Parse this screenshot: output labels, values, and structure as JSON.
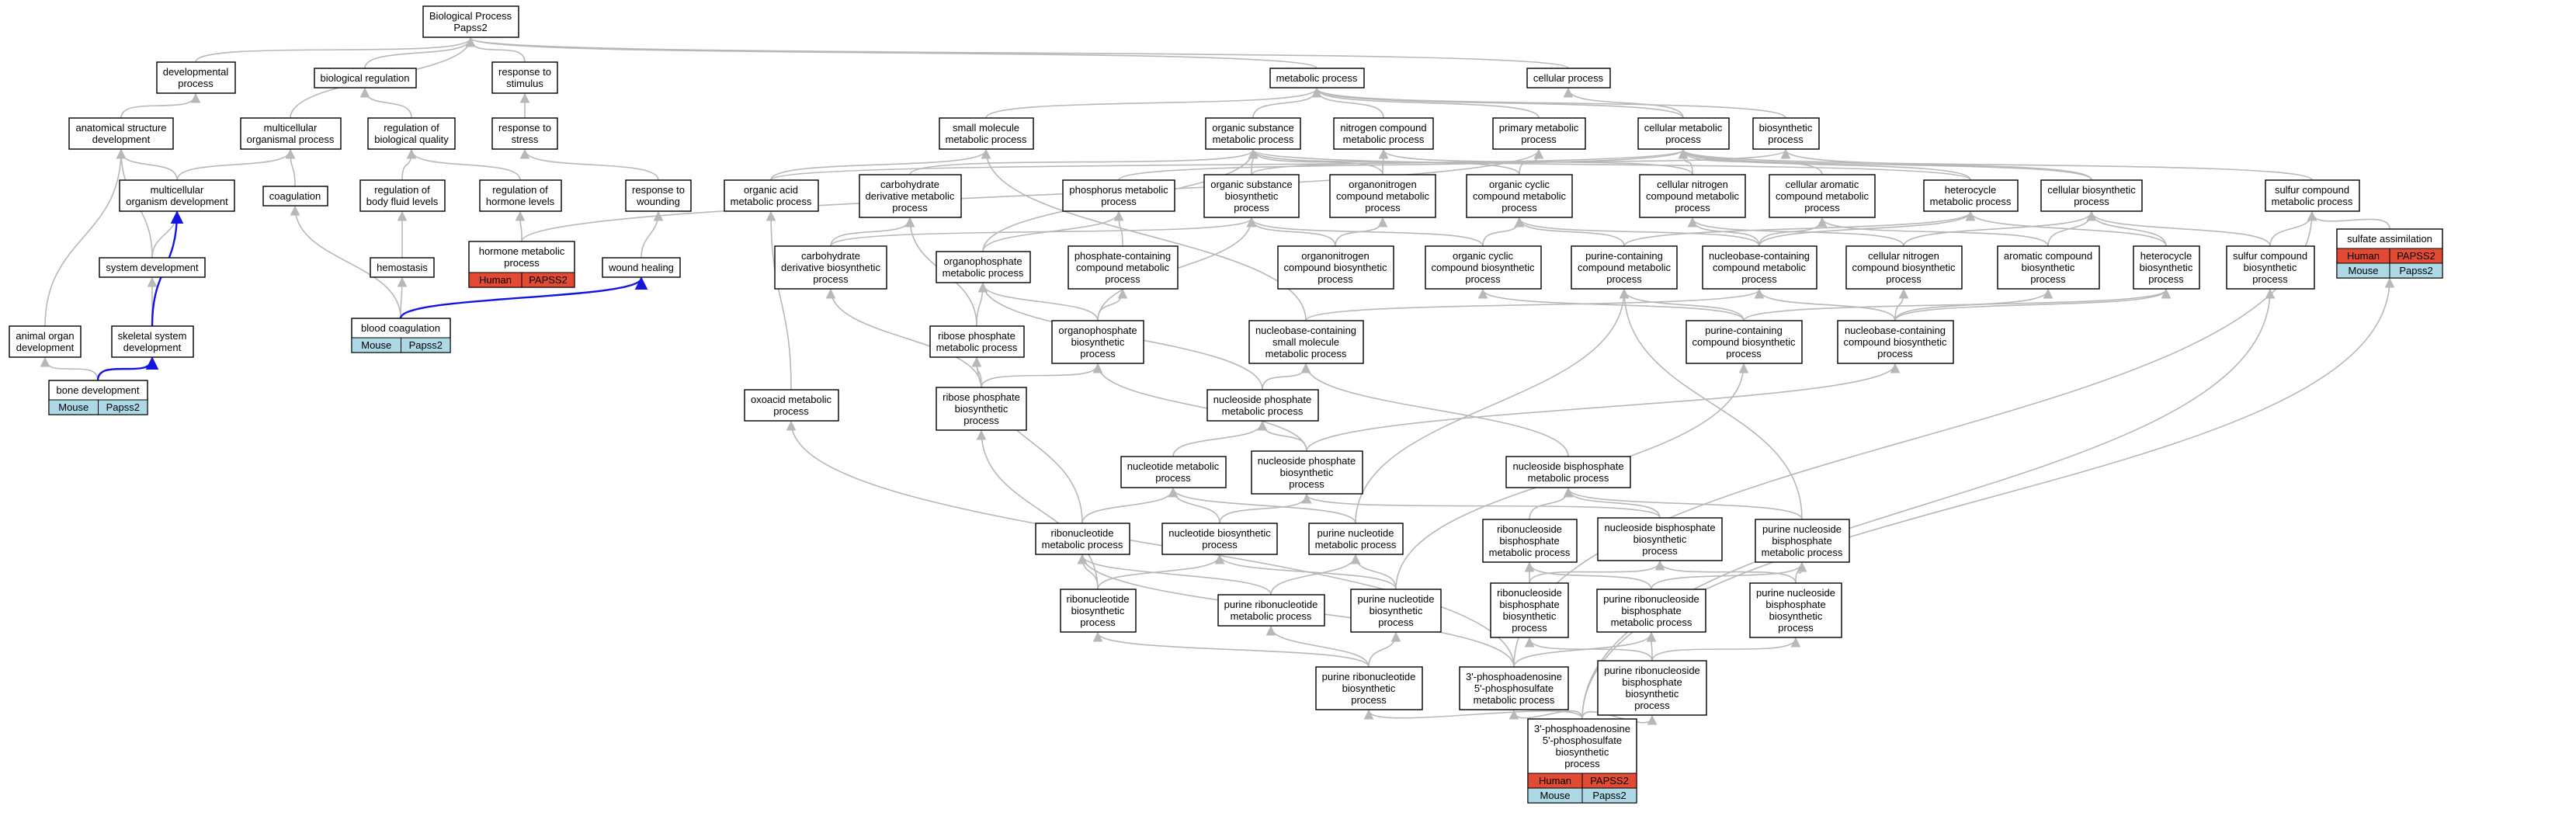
{
  "colors": {
    "node_border": "#000000",
    "edge_default": "#b8b8b8",
    "edge_highlight": "#1414e0",
    "human_fill": "#e34a33",
    "mouse_fill": "#add8e6"
  },
  "nodes": [
    {
      "id": "bp",
      "lines": [
        "Biological Process",
        "Papss2"
      ]
    },
    {
      "id": "devproc",
      "lines": [
        "developmental",
        "process"
      ]
    },
    {
      "id": "bioreg",
      "lines": [
        "biological regulation"
      ]
    },
    {
      "id": "respstim",
      "lines": [
        "response to",
        "stimulus"
      ]
    },
    {
      "id": "metproc",
      "lines": [
        "metabolic process"
      ]
    },
    {
      "id": "cellproc",
      "lines": [
        "cellular process"
      ]
    },
    {
      "id": "anatdev",
      "lines": [
        "anatomical structure",
        "development"
      ]
    },
    {
      "id": "multorg",
      "lines": [
        "multicellular",
        "organismal process"
      ]
    },
    {
      "id": "regbioq",
      "lines": [
        "regulation of",
        "biological quality"
      ]
    },
    {
      "id": "respstress",
      "lines": [
        "response to",
        "stress"
      ]
    },
    {
      "id": "smallmol",
      "lines": [
        "small molecule",
        "metabolic process"
      ]
    },
    {
      "id": "orgsubmet",
      "lines": [
        "organic substance",
        "metabolic process"
      ]
    },
    {
      "id": "nitrocmp",
      "lines": [
        "nitrogen compound",
        "metabolic process"
      ]
    },
    {
      "id": "primmet",
      "lines": [
        "primary metabolic",
        "process"
      ]
    },
    {
      "id": "cellmet",
      "lines": [
        "cellular metabolic",
        "process"
      ]
    },
    {
      "id": "biosyn",
      "lines": [
        "biosynthetic",
        "process"
      ]
    },
    {
      "id": "multdev",
      "lines": [
        "multicellular",
        "organism development"
      ]
    },
    {
      "id": "coag",
      "lines": [
        "coagulation"
      ]
    },
    {
      "id": "regbodyfl",
      "lines": [
        "regulation of",
        "body fluid levels"
      ]
    },
    {
      "id": "reghorm",
      "lines": [
        "regulation of",
        "hormone levels"
      ]
    },
    {
      "id": "respwound",
      "lines": [
        "response to",
        "wounding"
      ]
    },
    {
      "id": "orgacid",
      "lines": [
        "organic acid",
        "metabolic process"
      ]
    },
    {
      "id": "carbderiv",
      "lines": [
        "carbohydrate",
        "derivative metabolic",
        "process"
      ]
    },
    {
      "id": "phosmet",
      "lines": [
        "phosphorus metabolic",
        "process"
      ]
    },
    {
      "id": "orgsubbio",
      "lines": [
        "organic substance",
        "biosynthetic",
        "process"
      ]
    },
    {
      "id": "orgnitmet",
      "lines": [
        "organonitrogen",
        "compound metabolic",
        "process"
      ]
    },
    {
      "id": "orgcycmet",
      "lines": [
        "organic cyclic",
        "compound metabolic",
        "process"
      ]
    },
    {
      "id": "cellnitmet",
      "lines": [
        "cellular nitrogen",
        "compound metabolic",
        "process"
      ]
    },
    {
      "id": "cellaromet",
      "lines": [
        "cellular aromatic",
        "compound metabolic",
        "process"
      ]
    },
    {
      "id": "hetmet",
      "lines": [
        "heterocycle",
        "metabolic process"
      ]
    },
    {
      "id": "cellbio",
      "lines": [
        "cellular biosynthetic",
        "process"
      ]
    },
    {
      "id": "sulfmet",
      "lines": [
        "sulfur compound",
        "metabolic process"
      ]
    },
    {
      "id": "sysdev",
      "lines": [
        "system development"
      ]
    },
    {
      "id": "hemostasis",
      "lines": [
        "hemostasis"
      ]
    },
    {
      "id": "hormmet",
      "lines": [
        "hormone metabolic",
        "process"
      ],
      "tags": [
        {
          "org": "Human",
          "gene": "PAPSS2"
        }
      ]
    },
    {
      "id": "woundheal",
      "lines": [
        "wound healing"
      ]
    },
    {
      "id": "carbderivbio",
      "lines": [
        "carbohydrate",
        "derivative biosynthetic",
        "process"
      ]
    },
    {
      "id": "orgphosmet",
      "lines": [
        "organophosphate",
        "metabolic process"
      ]
    },
    {
      "id": "phoscontmet",
      "lines": [
        "phosphate-containing",
        "compound metabolic",
        "process"
      ]
    },
    {
      "id": "orgnitbio",
      "lines": [
        "organonitrogen",
        "compound biosynthetic",
        "process"
      ]
    },
    {
      "id": "orgcycbio",
      "lines": [
        "organic cyclic",
        "compound biosynthetic",
        "process"
      ]
    },
    {
      "id": "purcontmet",
      "lines": [
        "purine-containing",
        "compound metabolic",
        "process"
      ]
    },
    {
      "id": "nucbasecontmet",
      "lines": [
        "nucleobase-containing",
        "compound metabolic",
        "process"
      ]
    },
    {
      "id": "cellnitbio",
      "lines": [
        "cellular nitrogen",
        "compound biosynthetic",
        "process"
      ]
    },
    {
      "id": "arombio",
      "lines": [
        "aromatic compound",
        "biosynthetic",
        "process"
      ]
    },
    {
      "id": "hetbio",
      "lines": [
        "heterocycle",
        "biosynthetic",
        "process"
      ]
    },
    {
      "id": "sulfbio",
      "lines": [
        "sulfur compound",
        "biosynthetic",
        "process"
      ]
    },
    {
      "id": "sulfassim",
      "lines": [
        "sulfate assimilation"
      ],
      "tags": [
        {
          "org": "Human",
          "gene": "PAPSS2"
        },
        {
          "org": "Mouse",
          "gene": "Papss2"
        }
      ]
    },
    {
      "id": "animorgdev",
      "lines": [
        "animal organ",
        "development"
      ]
    },
    {
      "id": "skeldev",
      "lines": [
        "skeletal system",
        "development"
      ]
    },
    {
      "id": "bloodcoag",
      "lines": [
        "blood coagulation"
      ],
      "tags": [
        {
          "org": "Mouse",
          "gene": "Papss2"
        }
      ]
    },
    {
      "id": "riboseph",
      "lines": [
        "ribose phosphate",
        "metabolic process"
      ]
    },
    {
      "id": "orgphosbio",
      "lines": [
        "organophosphate",
        "biosynthetic",
        "process"
      ]
    },
    {
      "id": "nucbasesmall",
      "lines": [
        "nucleobase-containing",
        "small molecule",
        "metabolic process"
      ]
    },
    {
      "id": "purcontbio",
      "lines": [
        "purine-containing",
        "compound biosynthetic",
        "process"
      ]
    },
    {
      "id": "nucbasecontbio",
      "lines": [
        "nucleobase-containing",
        "compound biosynthetic",
        "process"
      ]
    },
    {
      "id": "bonedev",
      "lines": [
        "bone development"
      ],
      "tags": [
        {
          "org": "Mouse",
          "gene": "Papss2"
        }
      ]
    },
    {
      "id": "oxoacid",
      "lines": [
        "oxoacid metabolic",
        "process"
      ]
    },
    {
      "id": "ribosephbio",
      "lines": [
        "ribose phosphate",
        "biosynthetic",
        "process"
      ]
    },
    {
      "id": "nucsidephmet",
      "lines": [
        "nucleoside phosphate",
        "metabolic process"
      ]
    },
    {
      "id": "nucleotidemet",
      "lines": [
        "nucleotide metabolic",
        "process"
      ]
    },
    {
      "id": "nucsidephbio",
      "lines": [
        "nucleoside phosphate",
        "biosynthetic",
        "process"
      ]
    },
    {
      "id": "nucbisphmet",
      "lines": [
        "nucleoside bisphosphate",
        "metabolic process"
      ]
    },
    {
      "id": "ribonucmet",
      "lines": [
        "ribonucleotide",
        "metabolic process"
      ]
    },
    {
      "id": "nucleotidebio",
      "lines": [
        "nucleotide biosynthetic",
        "process"
      ]
    },
    {
      "id": "purnucmet",
      "lines": [
        "purine nucleotide",
        "metabolic process"
      ]
    },
    {
      "id": "ribonucbisphmet",
      "lines": [
        "ribonucleoside",
        "bisphosphate",
        "metabolic process"
      ]
    },
    {
      "id": "nucbisphbio",
      "lines": [
        "nucleoside bisphosphate",
        "biosynthetic",
        "process"
      ]
    },
    {
      "id": "purnucbisphmet",
      "lines": [
        "purine nucleoside",
        "bisphosphate",
        "metabolic process"
      ]
    },
    {
      "id": "ribonucbio",
      "lines": [
        "ribonucleotide",
        "biosynthetic",
        "process"
      ]
    },
    {
      "id": "purribonucmet",
      "lines": [
        "purine ribonucleotide",
        "metabolic process"
      ]
    },
    {
      "id": "purnucbio",
      "lines": [
        "purine nucleotide",
        "biosynthetic",
        "process"
      ]
    },
    {
      "id": "ribonucbisphbio",
      "lines": [
        "ribonucleoside",
        "bisphosphate",
        "biosynthetic",
        "process"
      ]
    },
    {
      "id": "purribonucbisphmet",
      "lines": [
        "purine ribonucleoside",
        "bisphosphate",
        "metabolic process"
      ]
    },
    {
      "id": "purnucbisphbio",
      "lines": [
        "purine nucleoside",
        "bisphosphate",
        "biosynthetic",
        "process"
      ]
    },
    {
      "id": "purribonucbio",
      "lines": [
        "purine ribonucleotide",
        "biosynthetic",
        "process"
      ]
    },
    {
      "id": "papsmet",
      "lines": [
        "3'-phosphoadenosine",
        "5'-phosphosulfate",
        "metabolic process"
      ]
    },
    {
      "id": "purribonucbisphbio",
      "lines": [
        "purine ribonucleoside",
        "bisphosphate",
        "biosynthetic",
        "process"
      ]
    },
    {
      "id": "papsbio",
      "lines": [
        "3'-phosphoadenosine",
        "5'-phosphosulfate",
        "biosynthetic",
        "process"
      ],
      "tags": [
        {
          "org": "Human",
          "gene": "PAPSS2"
        },
        {
          "org": "Mouse",
          "gene": "Papss2"
        }
      ]
    }
  ],
  "edges": [
    [
      "devproc",
      "bp"
    ],
    [
      "bioreg",
      "bp"
    ],
    [
      "respstim",
      "bp"
    ],
    [
      "metproc",
      "bp"
    ],
    [
      "cellproc",
      "bp"
    ],
    [
      "anatdev",
      "devproc"
    ],
    [
      "multorg",
      "bp"
    ],
    [
      "regbioq",
      "bioreg"
    ],
    [
      "respstress",
      "respstim"
    ],
    [
      "smallmol",
      "metproc"
    ],
    [
      "orgsubmet",
      "metproc"
    ],
    [
      "nitrocmp",
      "metproc"
    ],
    [
      "primmet",
      "metproc"
    ],
    [
      "cellmet",
      "metproc"
    ],
    [
      "cellmet",
      "cellproc"
    ],
    [
      "biosyn",
      "metproc"
    ],
    [
      "multdev",
      "anatdev"
    ],
    [
      "multdev",
      "multorg"
    ],
    [
      "coag",
      "multorg"
    ],
    [
      "regbodyfl",
      "regbioq"
    ],
    [
      "reghorm",
      "regbioq"
    ],
    [
      "respwound",
      "respstress"
    ],
    [
      "orgacid",
      "smallmol"
    ],
    [
      "orgacid",
      "cellmet"
    ],
    [
      "carbderiv",
      "orgsubmet"
    ],
    [
      "phosmet",
      "cellmet"
    ],
    [
      "orgsubbio",
      "orgsubmet"
    ],
    [
      "orgsubbio",
      "biosyn"
    ],
    [
      "orgnitmet",
      "nitrocmp"
    ],
    [
      "orgnitmet",
      "orgsubmet"
    ],
    [
      "orgcycmet",
      "orgsubmet"
    ],
    [
      "orgcycmet",
      "primmet"
    ],
    [
      "cellnitmet",
      "nitrocmp"
    ],
    [
      "cellnitmet",
      "cellmet"
    ],
    [
      "cellaromet",
      "cellmet"
    ],
    [
      "hetmet",
      "orgsubmet"
    ],
    [
      "hetmet",
      "cellmet"
    ],
    [
      "cellbio",
      "cellmet"
    ],
    [
      "cellbio",
      "biosyn"
    ],
    [
      "sulfmet",
      "cellmet"
    ],
    [
      "sysdev",
      "multdev"
    ],
    [
      "sysdev",
      "anatdev"
    ],
    [
      "hemostasis",
      "regbodyfl"
    ],
    [
      "hormmet",
      "reghorm"
    ],
    [
      "hormmet",
      "primmet"
    ],
    [
      "woundheal",
      "respwound"
    ],
    [
      "carbderivbio",
      "carbderiv"
    ],
    [
      "carbderivbio",
      "orgsubbio"
    ],
    [
      "orgphosmet",
      "phosmet"
    ],
    [
      "orgphosmet",
      "orgsubmet"
    ],
    [
      "phoscontmet",
      "phosmet"
    ],
    [
      "orgnitbio",
      "orgnitmet"
    ],
    [
      "orgnitbio",
      "orgsubbio"
    ],
    [
      "orgcycbio",
      "orgcycmet"
    ],
    [
      "orgcycbio",
      "orgsubbio"
    ],
    [
      "purcontmet",
      "orgcycmet"
    ],
    [
      "purcontmet",
      "hetmet"
    ],
    [
      "nucbasecontmet",
      "cellnitmet"
    ],
    [
      "nucbasecontmet",
      "cellaromet"
    ],
    [
      "nucbasecontmet",
      "orgcycmet"
    ],
    [
      "nucbasecontmet",
      "hetmet"
    ],
    [
      "cellnitbio",
      "cellnitmet"
    ],
    [
      "cellnitbio",
      "cellbio"
    ],
    [
      "arombio",
      "cellaromet"
    ],
    [
      "arombio",
      "cellbio"
    ],
    [
      "hetbio",
      "hetmet"
    ],
    [
      "hetbio",
      "cellbio"
    ],
    [
      "sulfbio",
      "sulfmet"
    ],
    [
      "sulfbio",
      "cellbio"
    ],
    [
      "sulfassim",
      "sulfmet"
    ],
    [
      "animorgdev",
      "anatdev"
    ],
    [
      "skeldev",
      "sysdev"
    ],
    [
      "bloodcoag",
      "coag"
    ],
    [
      "bloodcoag",
      "hemostasis"
    ],
    [
      "riboseph",
      "carbderiv"
    ],
    [
      "riboseph",
      "orgphosmet"
    ],
    [
      "orgphosbio",
      "orgphosmet"
    ],
    [
      "orgphosbio",
      "phoscontmet"
    ],
    [
      "orgphosbio",
      "orgsubbio"
    ],
    [
      "nucbasesmall",
      "smallmol"
    ],
    [
      "nucbasesmall",
      "nucbasecontmet"
    ],
    [
      "purcontbio",
      "purcontmet"
    ],
    [
      "purcontbio",
      "orgcycbio"
    ],
    [
      "purcontbio",
      "hetbio"
    ],
    [
      "nucbasecontbio",
      "nucbasecontmet"
    ],
    [
      "nucbasecontbio",
      "cellnitbio"
    ],
    [
      "nucbasecontbio",
      "arombio"
    ],
    [
      "nucbasecontbio",
      "hetbio"
    ],
    [
      "bonedev",
      "animorgdev"
    ],
    [
      "oxoacid",
      "orgacid"
    ],
    [
      "ribosephbio",
      "riboseph"
    ],
    [
      "ribosephbio",
      "carbderivbio"
    ],
    [
      "ribosephbio",
      "orgphosbio"
    ],
    [
      "nucsidephmet",
      "orgphosmet"
    ],
    [
      "nucsidephmet",
      "nucbasesmall"
    ],
    [
      "nucleotidemet",
      "nucsidephmet"
    ],
    [
      "nucsidephbio",
      "nucsidephmet"
    ],
    [
      "nucsidephbio",
      "orgphosbio"
    ],
    [
      "nucsidephbio",
      "nucbasecontbio"
    ],
    [
      "nucbisphmet",
      "nucbasesmall"
    ],
    [
      "ribonucmet",
      "nucleotidemet"
    ],
    [
      "ribonucmet",
      "riboseph"
    ],
    [
      "nucleotidebio",
      "nucleotidemet"
    ],
    [
      "nucleotidebio",
      "nucsidephbio"
    ],
    [
      "purnucmet",
      "nucleotidemet"
    ],
    [
      "purnucmet",
      "purcontmet"
    ],
    [
      "ribonucbisphmet",
      "nucbisphmet"
    ],
    [
      "nucbisphbio",
      "nucbisphmet"
    ],
    [
      "nucbisphbio",
      "nucsidephbio"
    ],
    [
      "purnucbisphmet",
      "nucbisphmet"
    ],
    [
      "purnucbisphmet",
      "purcontmet"
    ],
    [
      "ribonucbio",
      "ribonucmet"
    ],
    [
      "ribonucbio",
      "nucleotidebio"
    ],
    [
      "ribonucbio",
      "ribosephbio"
    ],
    [
      "purribonucmet",
      "ribonucmet"
    ],
    [
      "purribonucmet",
      "purnucmet"
    ],
    [
      "purnucbio",
      "purnucmet"
    ],
    [
      "purnucbio",
      "nucleotidebio"
    ],
    [
      "purnucbio",
      "purcontbio"
    ],
    [
      "ribonucbisphbio",
      "ribonucbisphmet"
    ],
    [
      "ribonucbisphbio",
      "nucbisphbio"
    ],
    [
      "purribonucbisphmet",
      "ribonucbisphmet"
    ],
    [
      "purribonucbisphmet",
      "purnucbisphmet"
    ],
    [
      "purnucbisphbio",
      "purnucbisphmet"
    ],
    [
      "purnucbisphbio",
      "nucbisphbio"
    ],
    [
      "purribonucbio",
      "ribonucbio"
    ],
    [
      "purribonucbio",
      "purribonucmet"
    ],
    [
      "purribonucbio",
      "purnucbio"
    ],
    [
      "papsmet",
      "purribonucbisphmet"
    ],
    [
      "papsmet",
      "sulfmet"
    ],
    [
      "papsmet",
      "oxoacid"
    ],
    [
      "papsmet",
      "ribonucmet"
    ],
    [
      "purribonucbisphbio",
      "purribonucbisphmet"
    ],
    [
      "purribonucbisphbio",
      "ribonucbisphbio"
    ],
    [
      "purribonucbisphbio",
      "purnucbisphbio"
    ],
    [
      "papsbio",
      "papsmet"
    ],
    [
      "papsbio",
      "purribonucbisphbio"
    ],
    [
      "papsbio",
      "purribonucbio"
    ],
    [
      "papsbio",
      "sulfbio"
    ],
    [
      "papsbio",
      "sulfassim"
    ]
  ],
  "highlight_edges": [
    [
      "skeldev",
      "multdev"
    ],
    [
      "bonedev",
      "skeldev"
    ],
    [
      "bloodcoag",
      "woundheal"
    ]
  ]
}
